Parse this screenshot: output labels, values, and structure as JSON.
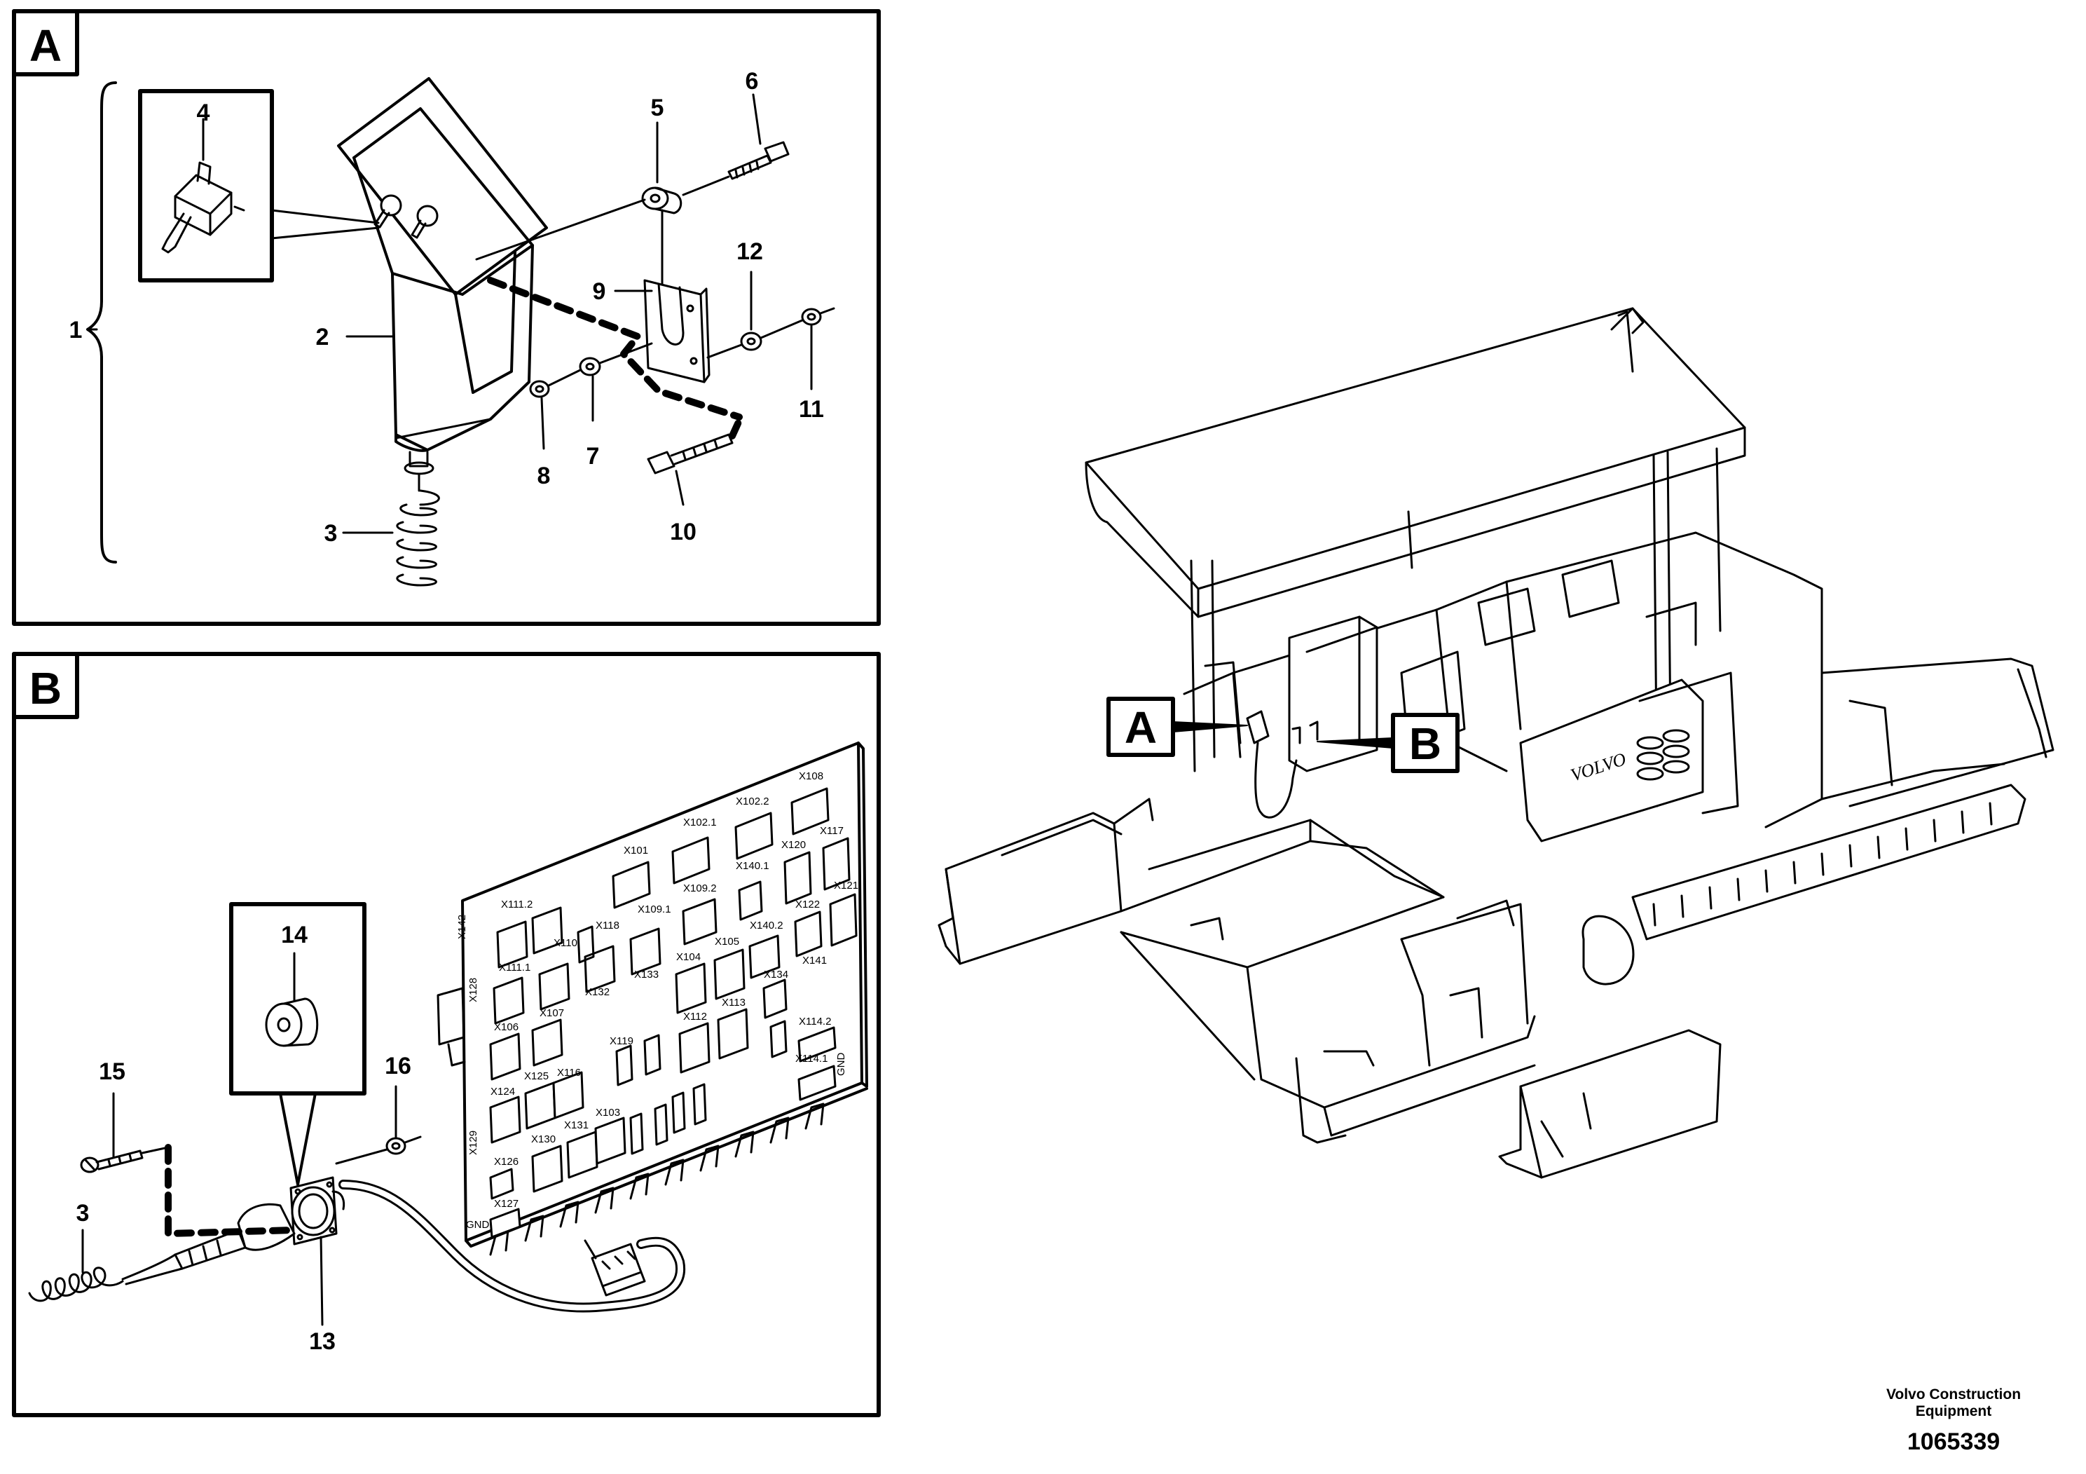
{
  "panel_a": {
    "tag": "A",
    "callouts": [
      "1",
      "2",
      "3",
      "4",
      "5",
      "6",
      "7",
      "8",
      "9",
      "10",
      "11",
      "12"
    ]
  },
  "panel_b": {
    "tag": "B",
    "callouts": [
      "3",
      "13",
      "14",
      "15",
      "16"
    ],
    "pcb_labels": [
      "X142",
      "X111.2",
      "X101",
      "X102.1",
      "X102.2",
      "X108",
      "X109.2",
      "X140.1",
      "X120",
      "X117",
      "X110",
      "X118",
      "X109.1",
      "X140.2",
      "X122",
      "X121",
      "X111.1",
      "X128",
      "X132",
      "X133",
      "X104",
      "X105",
      "X134",
      "X141",
      "X106",
      "X107",
      "X112",
      "X113",
      "X114.2",
      "X119",
      "X114.1",
      "X116",
      "X124",
      "X125",
      "X131",
      "X103",
      "X130",
      "X129",
      "X126",
      "X127",
      "GND",
      "GND"
    ]
  },
  "overview": {
    "tag_a": "A",
    "tag_b": "B",
    "brand_on_machine": "VOLVO"
  },
  "credit": {
    "line1": "Volvo Construction",
    "line2": "Equipment",
    "doc_number": "1065339"
  }
}
